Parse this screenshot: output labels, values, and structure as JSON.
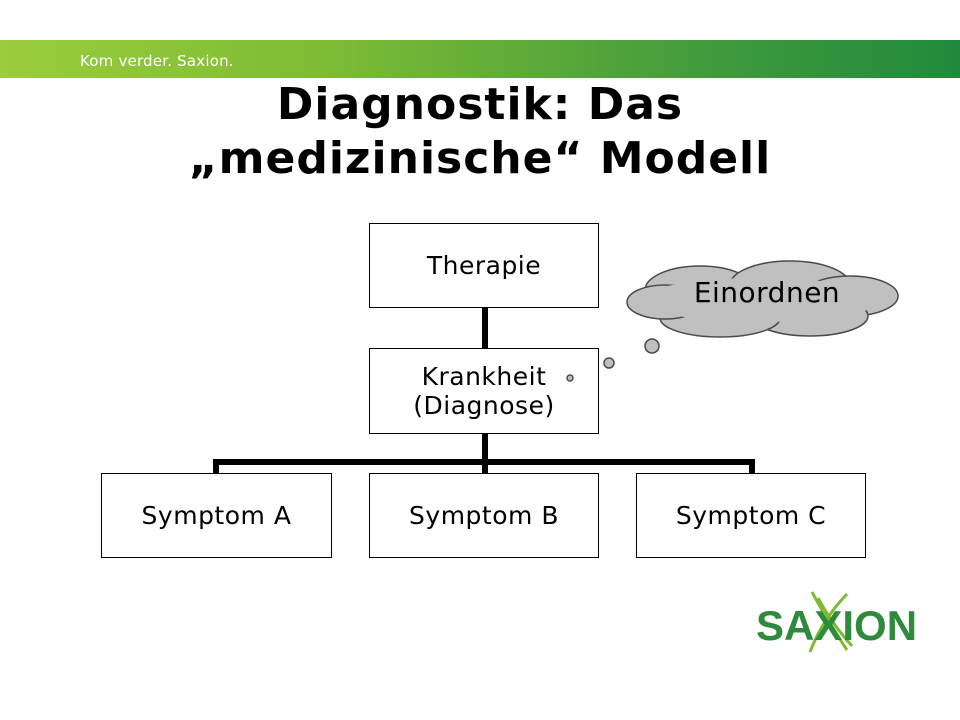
{
  "slide": {
    "tagline": "Kom verder. Saxion.",
    "title_line1": "Diagnostik: Das",
    "title_line2": "„medizinische“ Modell"
  },
  "diagram": {
    "top": "Therapie",
    "middle_line1": "Krankheit",
    "middle_line2": "(Diagnose)",
    "symptoms": [
      "Symptom A",
      "Symptom B",
      "Symptom C"
    ],
    "thought": "Einordnen"
  },
  "logo": {
    "text": "SAXION",
    "color": "#2e8b3c"
  },
  "colors": {
    "banner_start": "#9acd3c",
    "banner_end": "#1f8a3c",
    "cloud_fill": "#c0c0c0"
  }
}
